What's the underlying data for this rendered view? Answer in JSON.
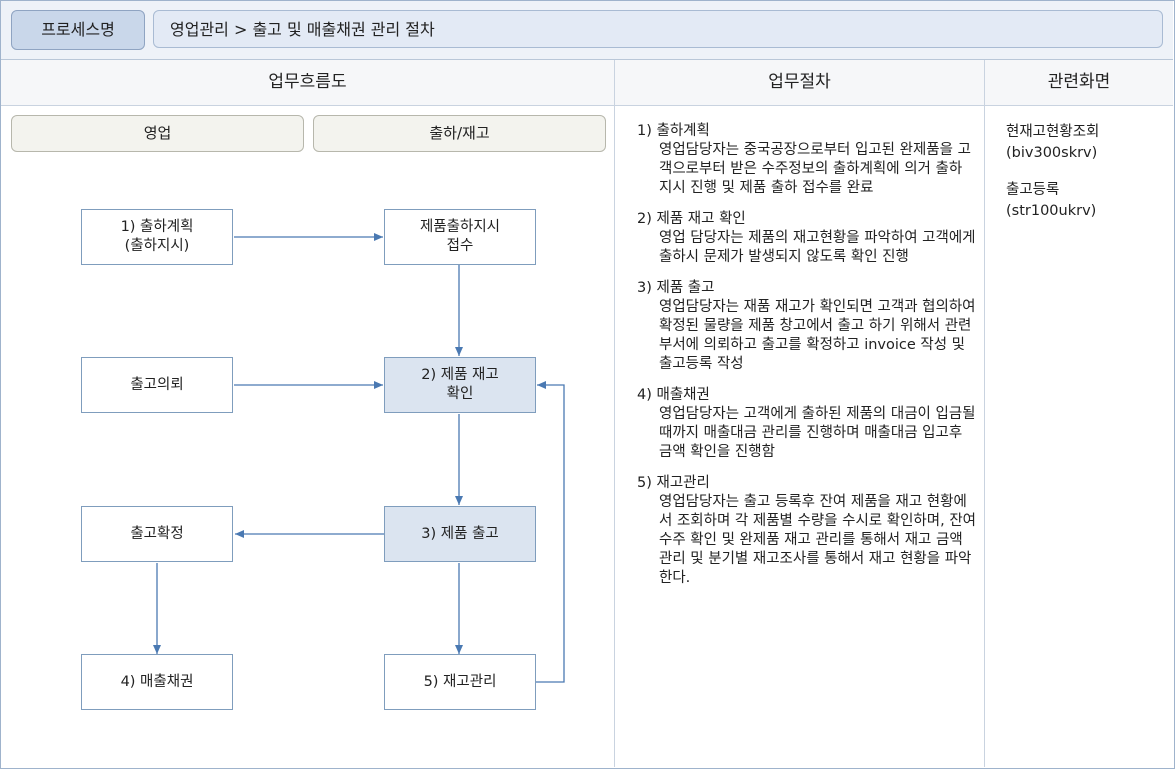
{
  "header": {
    "label": "프로세스명",
    "path": "영업관리 > 출고 및 매출채권 관리 절차"
  },
  "columns": {
    "flow": "업무흐름도",
    "procedure": "업무절차",
    "screens": "관련화면"
  },
  "lanes": {
    "sales": "영업",
    "shipping": "출하/재고"
  },
  "flow_boxes": {
    "plan": "1) 출하계획\n(출하지시)",
    "receive": "제품출하지시\n접수",
    "request": "출고의뢰",
    "check": "2) 제품 재고\n확인",
    "confirm": "출고확정",
    "ship": "3) 제품 출고",
    "receivable": "4) 매출채권",
    "inventory": "5) 재고관리"
  },
  "steps": [
    {
      "title": "1) 출하계획",
      "body": "영업담당자는 중국공장으로부터 입고된 완제품을 고객으로부터 받은 수주정보의 출하계획에 의거 출하 지시 진행 및 제품 출하 접수를 완료"
    },
    {
      "title": "2) 제품 재고 확인",
      "body": "영업 담당자는 제품의 재고현황을 파악하여 고객에게 출하시 문제가 발생되지 않도록 확인 진행"
    },
    {
      "title": "3) 제품 출고",
      "body": "영업담당자는 재품 재고가 확인되면 고객과 협의하여 확정된 물량을 제품 창고에서 출고 하기 위해서 관련부서에 의뢰하고 출고를 확정하고 invoice 작성 및 출고등록 작성"
    },
    {
      "title": "4) 매출채권",
      "body": "영업담당자는 고객에게  출하된 제품의 대금이 입금될때까지 매출대금 관리를 진행하며 매출대금 입고후 금액 확인을 진행함"
    },
    {
      "title": "5) 재고관리",
      "body": "영업담당자는 출고 등록후 잔여 제품을 재고 현황에서 조회하며  각 제품별 수량을 수시로 확인하며, 잔여 수주 확인 및 완제품 재고 관리를 통해서 재고 금액 관리 및 분기별 재고조사를 통해서 재고 현황을 파악한다."
    }
  ],
  "screens": [
    {
      "name": "현재고현황조회",
      "code": "(biv300skrv)"
    },
    {
      "name": "출고등록",
      "code": "(str100ukrv)"
    }
  ]
}
